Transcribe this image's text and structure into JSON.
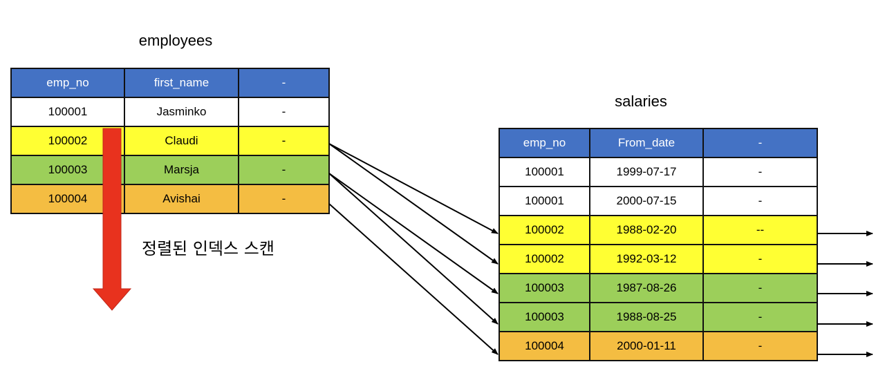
{
  "employees": {
    "title": "employees",
    "headers": [
      "emp_no",
      "first_name",
      "-"
    ],
    "rows": [
      {
        "cells": [
          "100001",
          "Jasminko",
          "-"
        ],
        "color": "white"
      },
      {
        "cells": [
          "100002",
          "Claudi",
          "-"
        ],
        "color": "yellow"
      },
      {
        "cells": [
          "100003",
          "Marsja",
          "-"
        ],
        "color": "green"
      },
      {
        "cells": [
          "100004",
          "Avishai",
          "-"
        ],
        "color": "orange"
      }
    ]
  },
  "salaries": {
    "title": "salaries",
    "headers": [
      "emp_no",
      "From_date",
      "-"
    ],
    "rows": [
      {
        "cells": [
          "100001",
          "1999-07-17",
          "-"
        ],
        "color": "white"
      },
      {
        "cells": [
          "100001",
          "2000-07-15",
          "-"
        ],
        "color": "white"
      },
      {
        "cells": [
          "100002",
          "1988-02-20",
          "--"
        ],
        "color": "yellow"
      },
      {
        "cells": [
          "100002",
          "1992-03-12",
          "-"
        ],
        "color": "yellow"
      },
      {
        "cells": [
          "100003",
          "1987-08-26",
          "-"
        ],
        "color": "green"
      },
      {
        "cells": [
          "100003",
          "1988-08-25",
          "-"
        ],
        "color": "green"
      },
      {
        "cells": [
          "100004",
          "2000-01-11",
          "-"
        ],
        "color": "orange"
      }
    ]
  },
  "scan_label": "정렬된 인덱스 스캔",
  "colors": {
    "header": "#4472c4",
    "white": "#ffffff",
    "yellow": "#ffff33",
    "green": "#9ccf5a",
    "orange": "#f4bd42",
    "scan_arrow": "#e8321e"
  }
}
